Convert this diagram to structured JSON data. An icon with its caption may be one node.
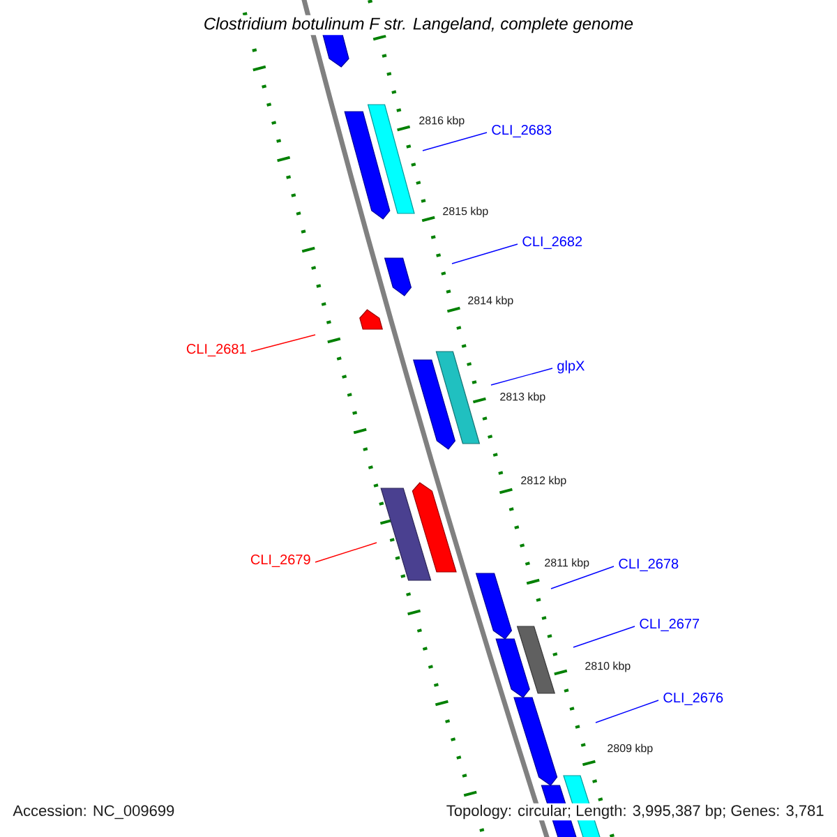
{
  "diagram": {
    "title": "Clostridium botulinum F str. Langeland, complete genome",
    "nodes": [
      {
        "text": [
          "CLI_2683"
        ]
      },
      {
        "text": [
          "CLI_2682"
        ]
      },
      {
        "text": [
          "CLI_2681"
        ]
      },
      {
        "text": [
          "glpX"
        ]
      },
      {
        "text": [
          "CLI_2679"
        ]
      },
      {
        "text": [
          "CLI_2678"
        ]
      },
      {
        "text": [
          "CLI_2677"
        ]
      },
      {
        "text": [
          "CLI_2676"
        ]
      }
    ],
    "edges": [
      {
        "from": 0,
        "to": null,
        "arrow": "none"
      },
      {
        "from": 1,
        "to": null,
        "arrow": "none"
      },
      {
        "from": 2,
        "to": null,
        "arrow": "none",
        "color": "#ff0000"
      },
      {
        "from": 3,
        "to": null,
        "arrow": "none"
      },
      {
        "from": 4,
        "to": null,
        "arrow": "none",
        "color": "#ff0000"
      },
      {
        "from": 5,
        "to": null,
        "arrow": "none"
      },
      {
        "from": 6,
        "to": null,
        "arrow": "none"
      },
      {
        "from": 7,
        "to": null,
        "arrow": "none"
      }
    ],
    "labels": [
      "2816 kbp",
      "2815 kbp",
      "2814 kbp",
      "2813 kbp",
      "2812 kbp",
      "2811 kbp",
      "2810 kbp",
      "2809 kbp",
      "Accession: NC_009699",
      "Topology: circular; Length: 3,995,387 bp; Genes: 3,781"
    ]
  }
}
